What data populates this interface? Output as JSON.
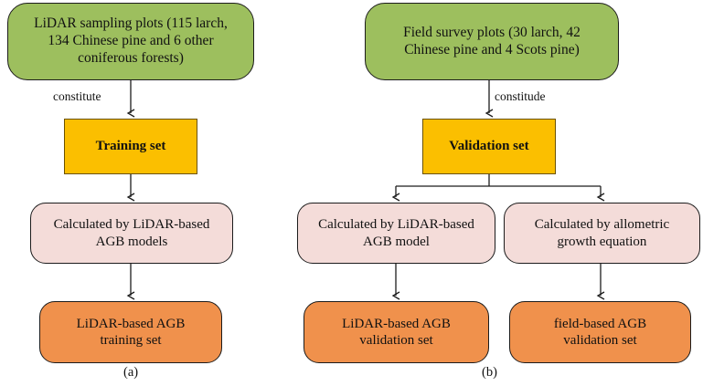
{
  "figure": {
    "panels": [
      {
        "id": "a",
        "caption": "(a)",
        "nodes": {
          "source": "LiDAR sampling plots (115 larch,\n134 Chinese pine and 6 other\nconiferous forests)",
          "set": "Training set",
          "method": "Calculated by LiDAR-based\nAGB models",
          "result": "LiDAR-based AGB\ntraining set"
        },
        "edges": {
          "constitute": "constitute"
        }
      },
      {
        "id": "b",
        "caption": "(b)",
        "nodes": {
          "source": "Field survey plots (30 larch, 42\nChinese pine and 4 Scots pine)",
          "set": "Validation set",
          "method_left": "Calculated by LiDAR-based\nAGB model",
          "method_right": "Calculated by allometric\ngrowth equation",
          "result_left": "LiDAR-based AGB\nvalidation set",
          "result_right": "field-based AGB\nvalidation set"
        },
        "edges": {
          "constitude": "constitude"
        }
      }
    ]
  },
  "colors": {
    "source_green": "#9dbf5e",
    "set_yellow": "#fbbf00",
    "method_pink": "#f4dcd9",
    "result_orange": "#f0914c",
    "stroke": "#1c1c1c",
    "yellow_stroke": "#6b5200",
    "background": "#ffffff"
  }
}
